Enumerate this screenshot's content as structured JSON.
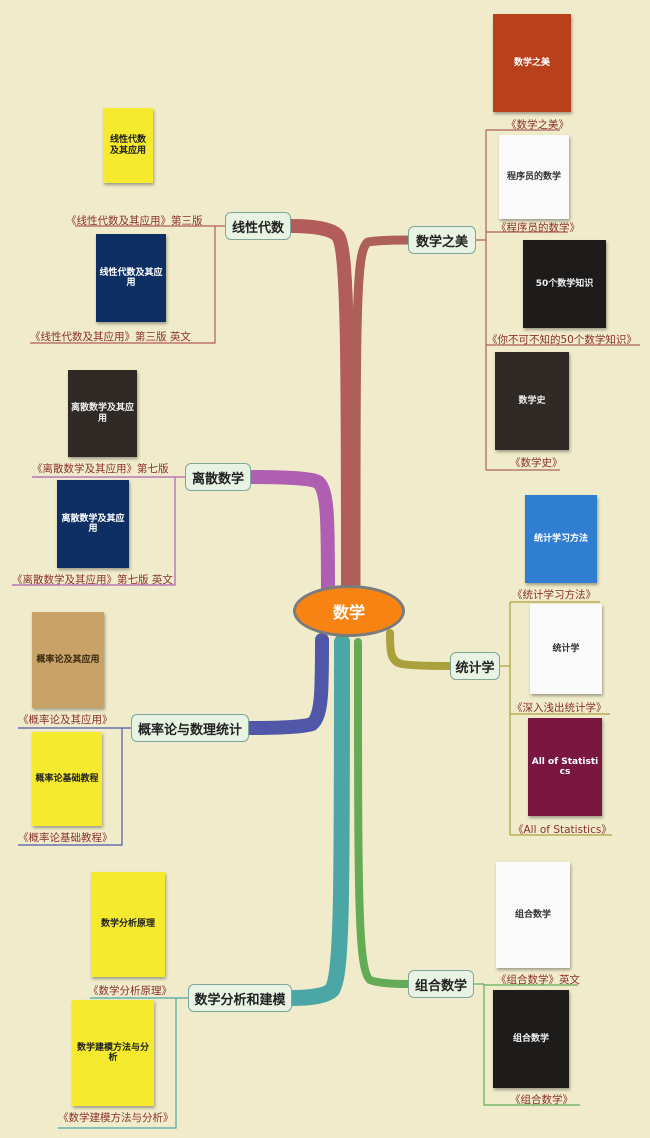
{
  "center": {
    "label": "数学"
  },
  "branches": {
    "linear_algebra": {
      "label": "线性代数",
      "books": [
        {
          "cover_title": "线性代数及其应用",
          "caption": "《线性代数及其应用》第三版"
        },
        {
          "cover_title": "线性代数及其应用",
          "caption": "《线性代数及其应用》第三版 英文"
        }
      ]
    },
    "discrete_math": {
      "label": "离散数学",
      "books": [
        {
          "cover_title": "离散数学及其应用",
          "caption": "《离散数学及其应用》第七版"
        },
        {
          "cover_title": "离散数学及其应用",
          "caption": "《离散数学及其应用》第七版 英文"
        }
      ]
    },
    "probability": {
      "label": "概率论与数理统计",
      "books": [
        {
          "cover_title": "概率论及其应用",
          "caption": "《概率论及其应用》"
        },
        {
          "cover_title": "概率论基础教程",
          "caption": "《概率论基础教程》"
        }
      ]
    },
    "analysis": {
      "label": "数学分析和建模",
      "books": [
        {
          "cover_title": "数学分析原理",
          "caption": "《数学分析原理》"
        },
        {
          "cover_title": "数学建模方法与分析",
          "caption": "《数学建模方法与分析》"
        }
      ]
    },
    "beauty": {
      "label": "数学之美",
      "books": [
        {
          "cover_title": "数学之美",
          "caption": "《数学之美》"
        },
        {
          "cover_title": "程序员的数学",
          "caption": "《程序员的数学》"
        },
        {
          "cover_title": "50个数学知识",
          "caption": "《你不可不知的50个数学知识》"
        },
        {
          "cover_title": "数学史",
          "caption": "《数学史》"
        }
      ]
    },
    "statistics": {
      "label": "统计学",
      "books": [
        {
          "cover_title": "统计学习方法",
          "caption": "《统计学习方法》"
        },
        {
          "cover_title": "统计学",
          "caption": "《深入浅出统计学》"
        },
        {
          "cover_title": "All of Statistics",
          "caption": "《All of Statistics》"
        }
      ]
    },
    "combinatorics": {
      "label": "组合数学",
      "books": [
        {
          "cover_title": "组合数学",
          "caption": "《组合数学》英文"
        },
        {
          "cover_title": "组合数学",
          "caption": "《组合数学》"
        }
      ]
    }
  },
  "colors": {
    "background": "#f0eccb",
    "central_fill": "#f78412",
    "linear_algebra_branch": "#b25c5c",
    "discrete_math_branch": "#ae5fb2",
    "probability_branch": "#5057a8",
    "analysis_branch": "#4aa7a6",
    "combinatorics_branch": "#63ab57",
    "statistics_branch": "#aaa13c",
    "beauty_branch": "#ad5f5a"
  }
}
